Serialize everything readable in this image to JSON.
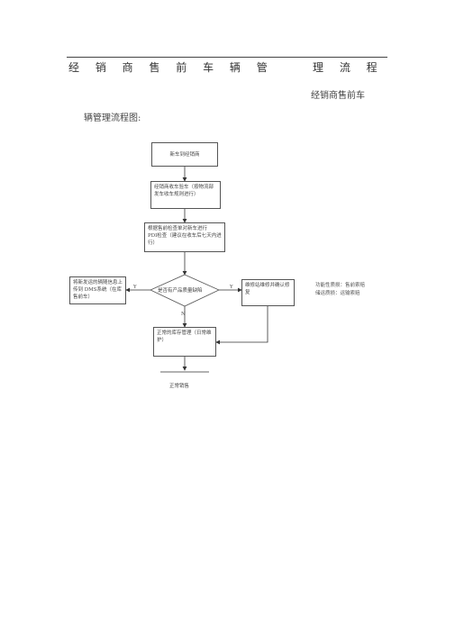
{
  "header": {
    "left": "经 销 商 售 前 车 辆 管",
    "right": "理 流 程"
  },
  "subtitle_right": "经销商售前车",
  "intro": "辆管理流程图:",
  "flow": {
    "start": "新车到经销商",
    "step1": "经销商收车验车（按物流部发车收车规则进行）",
    "step2_line1": "根据售前检查单对新车进行",
    "step2_line2": "PDI检查（建议在收车后七天内进行）",
    "decision": "是否有产品质量缺陷",
    "left_box": "将新发运的辆随信息上传到 DMS系统（在库售前车）",
    "right_box": "维修站维修并确认修复",
    "yes_left": "Y",
    "yes_right": "Y",
    "no": "N",
    "step3": "正常的库存管理（日常维护）",
    "end": "正常销售"
  },
  "side_note": {
    "line1": "功能性质损：售前索赔",
    "line2": "储运质损：运输索赔"
  }
}
